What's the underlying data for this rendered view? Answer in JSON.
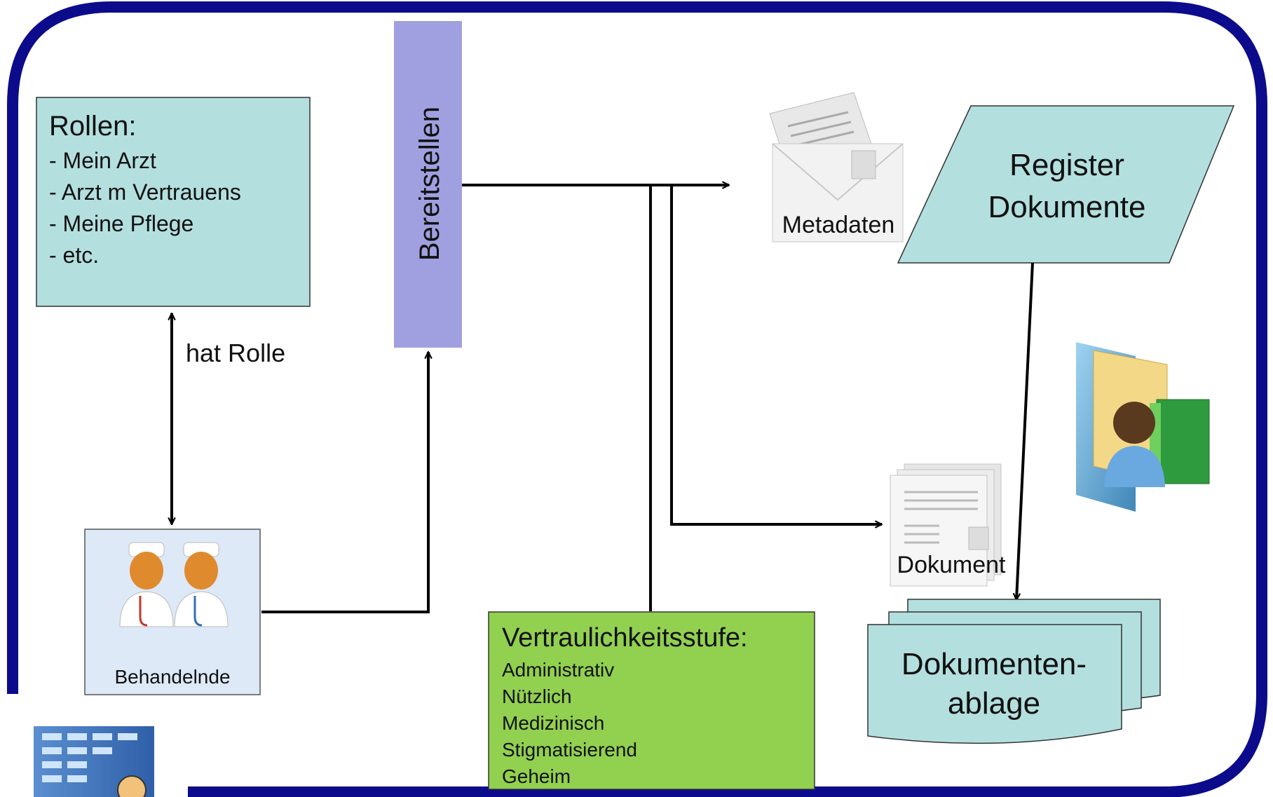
{
  "roles": {
    "title": "Rollen:",
    "items": [
      "- Mein Arzt",
      "- Arzt m Vertrauens",
      "- Meine Pflege",
      "- etc."
    ]
  },
  "has_role_label": "hat Rolle",
  "provide_label": "Bereitstellen",
  "treating_label": "Behandelnde",
  "metadata_label": "Metadaten",
  "register": {
    "line1": "Register",
    "line2": "Dokumente"
  },
  "document_label": "Dokument",
  "repository": {
    "line1": "Dokumenten-",
    "line2": "ablage"
  },
  "confidentiality": {
    "title": "Vertraulichkeitsstufe:",
    "levels": [
      "Administrativ",
      "Nützlich",
      "Medizinisch",
      "Stigmatisierend",
      "Geheim"
    ]
  },
  "colors": {
    "frame": "#0b0b8c",
    "box_fill": "#b3dfdf",
    "provide_fill": "#a0a0e0",
    "green_fill": "#92d050"
  },
  "icons": [
    "document-envelope-icon",
    "document-icon",
    "user-folder-icon",
    "doctors-icon",
    "hospital-icon"
  ]
}
